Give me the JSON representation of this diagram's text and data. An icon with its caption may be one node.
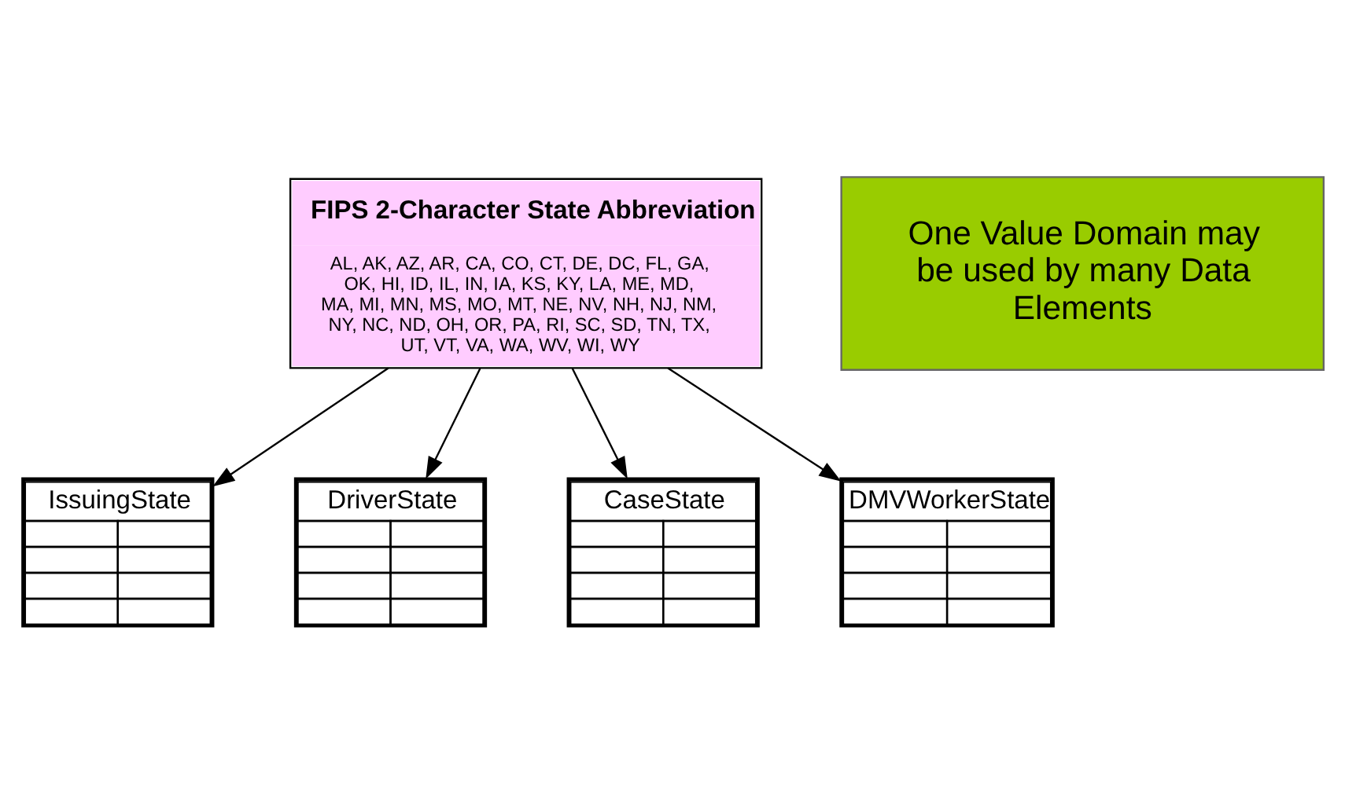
{
  "diagram": {
    "nodes": [
      {
        "text": [
          "FIPS 2-Character State Abbreviation",
          "AL, AK, AZ, AR, CA, CO, CT, DE, DC, FL, GA, OK, HI, ID, IL, IN, IA, KS, KY, LA, ME, MD, MA, MI, MN, MS, MO, MT, NE, NV, NH, NJ, NM, NY, NC, ND, OH, OR, PA, RI, SC, SD, TN, TX, UT, VT, VA, WA, WV, WI, WY"
        ]
      },
      {
        "text": [
          "IssuingState"
        ]
      },
      {
        "text": [
          "DriverState"
        ]
      },
      {
        "text": [
          "CaseState"
        ]
      },
      {
        "text": [
          "DMVWorkerState"
        ]
      },
      {
        "text": [
          "One Value Domain may be used by many Data Elements"
        ]
      }
    ],
    "edges": [
      {
        "from": 0,
        "to": 1,
        "arrow": "to"
      },
      {
        "from": 0,
        "to": 2,
        "arrow": "to"
      },
      {
        "from": 0,
        "to": 3,
        "arrow": "to"
      },
      {
        "from": 0,
        "to": 4,
        "arrow": "to"
      }
    ]
  }
}
